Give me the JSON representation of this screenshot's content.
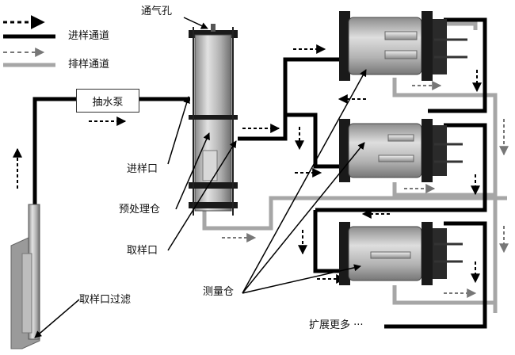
{
  "legend": {
    "inlet_label": "进样通道",
    "outlet_label": "排样通道"
  },
  "labels": {
    "vent_hole": "通气孔",
    "pump": "抽水泵",
    "inlet_port": "进样口",
    "pretreatment_chamber": "预处理仓",
    "sampling_port": "取样口",
    "sampling_filter": "取样口过滤",
    "measurement_chamber": "测量仓",
    "expand_more": "扩展更多 ···"
  },
  "colors": {
    "inlet_channel": "#000000",
    "outlet_channel": "#a6a6a6",
    "chamber_body": "#b5b5b5",
    "frame": "#1a1a1a"
  }
}
